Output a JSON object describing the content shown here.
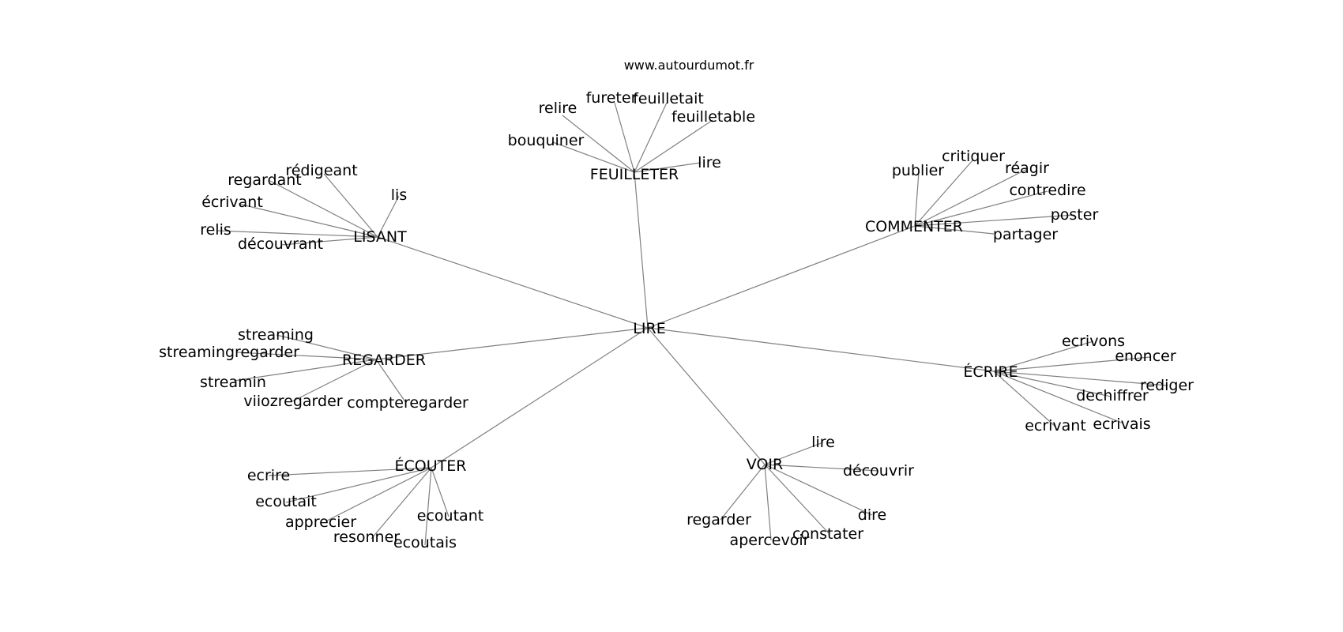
{
  "site_label": "www.autourdumot.fr",
  "center": {
    "id": "LIRE",
    "label": "LIRE"
  },
  "hubs": [
    {
      "id": "FEUILLETER",
      "label": "FEUILLETER",
      "leaves": [
        "relire",
        "fureter",
        "feuilletait",
        "feuilletable",
        "lire",
        "bouquiner"
      ]
    },
    {
      "id": "LISANT",
      "label": "LISANT",
      "leaves": [
        "rédigeant",
        "regardant",
        "écrivant",
        "lis",
        "relis",
        "découvrant"
      ]
    },
    {
      "id": "COMMENTER",
      "label": "COMMENTER",
      "leaves": [
        "publier",
        "critiquer",
        "réagir",
        "contredire",
        "poster",
        "partager"
      ]
    },
    {
      "id": "REGARDER",
      "label": "REGARDER",
      "leaves": [
        "streaming",
        "streamingregarder",
        "streamin",
        "viiozregarder",
        "compteregarder"
      ]
    },
    {
      "id": "ECRIRE",
      "label": "ÉCRIRE",
      "leaves": [
        "ecrivons",
        "enoncer",
        "rediger",
        "dechiffrer",
        "ecrivant",
        "ecrivais"
      ]
    },
    {
      "id": "ECOUTER",
      "label": "ÉCOUTER",
      "leaves": [
        "ecrire",
        "ecoutait",
        "apprecier",
        "resonner",
        "ecoutais",
        "ecoutant"
      ]
    },
    {
      "id": "VOIR",
      "label": "VOIR",
      "leaves": [
        "lire",
        "découvrir",
        "dire",
        "constater",
        "apercevoir",
        "regarder"
      ]
    }
  ]
}
